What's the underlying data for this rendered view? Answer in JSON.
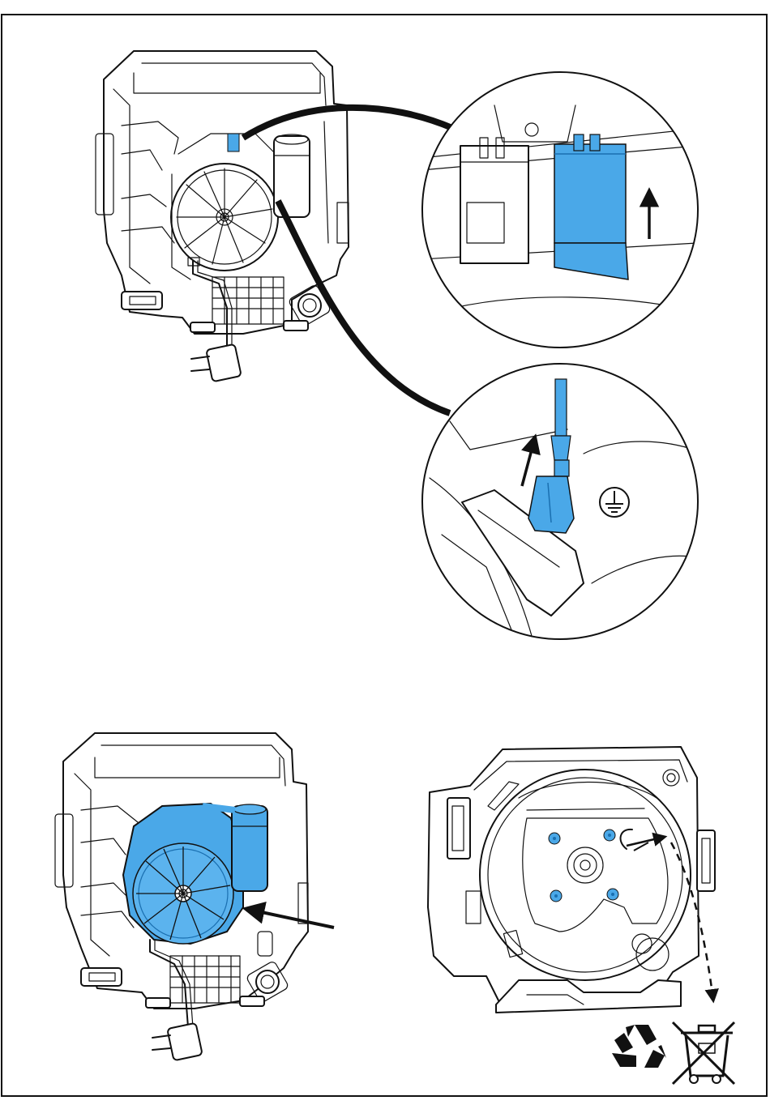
{
  "figure": {
    "accent_color": "#4aa8e8",
    "accent_dark": "#1a6fb0",
    "line_color": "#111111",
    "background": "#ffffff"
  },
  "panels": [
    {
      "id": "step-1",
      "content": "appliance-rear-view",
      "highlight": "capacitor-connector"
    },
    {
      "id": "detail-a",
      "content": "zoom-connector-pull-up",
      "direction": "up"
    },
    {
      "id": "detail-b",
      "content": "zoom-ground-wire-pull-up",
      "symbol": "protective-earth-icon"
    },
    {
      "id": "step-2",
      "content": "appliance-rear-view",
      "highlight": "motor-and-capacitor"
    },
    {
      "id": "step-3",
      "content": "motor-assembly-removed",
      "highlight": "mounting-screws",
      "screw_count": 4
    },
    {
      "id": "disposal",
      "content": "recycling-and-weee-symbols",
      "icons": [
        "recycle-icon",
        "crossed-bin-icon"
      ]
    }
  ]
}
